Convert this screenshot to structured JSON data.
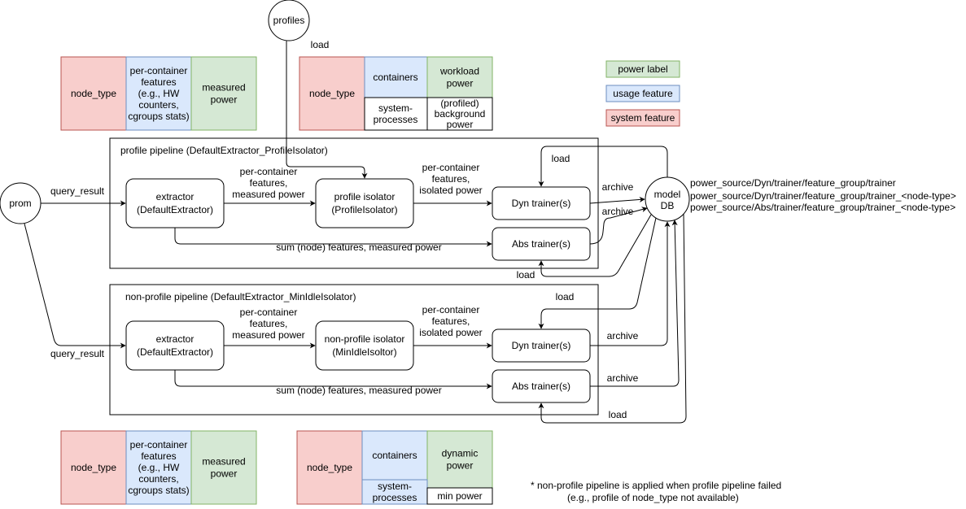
{
  "nodes": {
    "profiles": "profiles",
    "prom": "prom",
    "model_db": [
      "model",
      "DB"
    ],
    "extractor_top": [
      "extractor",
      "(DefaultExtractor)"
    ],
    "profile_isolator": [
      "profile isolator",
      "(ProfileIsolator)"
    ],
    "dyn_trainer_top": "Dyn trainer(s)",
    "abs_trainer_top": "Abs trainer(s)",
    "extractor_bottom": [
      "extractor",
      "(DefaultExtractor)"
    ],
    "nonprofile_isolator": [
      "non-profile isolator",
      "(MinIdleIsoltor)"
    ],
    "dyn_trainer_bottom": "Dyn trainer(s)",
    "abs_trainer_bottom": "Abs trainer(s)"
  },
  "pipelines": {
    "profile": "profile pipeline (DefaultExtractor_ProfileIsolator)",
    "non_profile": "non-profile pipeline (DefaultExtractor_MinIdleIsolator)"
  },
  "edge_labels": {
    "load_profiles": "load",
    "query_result_top": "query_result",
    "query_result_bottom": "query_result",
    "percontainer_measured_top": [
      "per-container",
      "features,",
      "measured power"
    ],
    "percontainer_isolated_top": [
      "per-container",
      "features,",
      "isolated power"
    ],
    "percontainer_measured_bottom": [
      "per-container",
      "features,",
      "measured power"
    ],
    "percontainer_isolated_bottom": [
      "per-container",
      "features,",
      "isolated power"
    ],
    "sum_top": "sum (node) features, measured power",
    "sum_bottom": "sum (node) features, measured power",
    "load_dyn_top": "load",
    "load_abs_top": "load",
    "load_dyn_bottom": "load",
    "load_abs_bottom": "load",
    "archive_dyn_top": "archive",
    "archive_abs_top": "archive",
    "archive_dyn_bottom": "archive",
    "archive_abs_bottom": "archive"
  },
  "tables": {
    "top_left": {
      "node_type": "node_type",
      "features": [
        "per-container",
        "features",
        "(e.g., HW",
        "counters,",
        "cgroups stats)"
      ],
      "power": [
        "measured",
        "power"
      ]
    },
    "top_right": {
      "node_type": "node_type",
      "containers": "containers",
      "workload_power": [
        "workload",
        "power"
      ],
      "system_processes": [
        "system-",
        "processes"
      ],
      "background_power": [
        "(profiled)",
        "background",
        "power"
      ]
    },
    "bottom_left": {
      "node_type": "node_type",
      "features": [
        "per-container",
        "features",
        "(e.g., HW",
        "counters,",
        "cgroups stats)"
      ],
      "power": [
        "measured",
        "power"
      ]
    },
    "bottom_right": {
      "node_type": "node_type",
      "containers": "containers",
      "dynamic_power": [
        "dynamic",
        "power"
      ],
      "system_processes": [
        "system-",
        "processes"
      ],
      "min_power": "min power"
    }
  },
  "legend": {
    "power_label": "power label",
    "usage_feature": "usage feature",
    "system_feature": "system feature"
  },
  "db_paths": [
    "power_source/Dyn/trainer/feature_group/trainer",
    "power_source/Dyn/trainer/feature_group/trainer_<node-type>",
    "power_source/Abs/trainer/feature_group/trainer_<node-type>"
  ],
  "footnote": [
    "* non-profile pipeline is applied  when profile pipeline failed",
    "(e.g., profile of node_type not available)"
  ],
  "colors": {
    "power_label_fill": "#d5e8d4",
    "usage_feature_fill": "#dae8fc",
    "system_feature_fill": "#f8cecc"
  }
}
